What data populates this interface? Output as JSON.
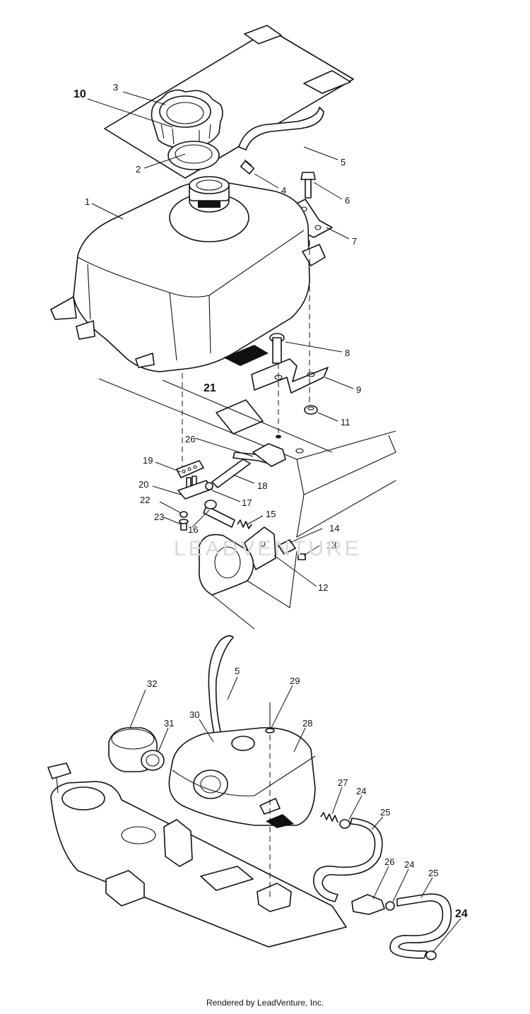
{
  "footer": "Rendered by LeadVenture, Inc.",
  "watermark": "LEADVENTURE",
  "callouts": {
    "c10": "10",
    "c3": "3",
    "c2": "2",
    "c1": "1",
    "c5a": "5",
    "c4": "4",
    "c6": "6",
    "c7": "7",
    "c8": "8",
    "c9": "9",
    "c21": "21",
    "c11": "11",
    "c26a": "26",
    "c19": "19",
    "c18": "18",
    "c20": "20",
    "c17": "17",
    "c22": "22",
    "c15": "15",
    "c23": "23",
    "c16": "16",
    "c14": "14",
    "c13": "13",
    "c12": "12",
    "c32": "32",
    "c5b": "5",
    "c29": "29",
    "c30": "30",
    "c31": "31",
    "c28": "28",
    "c27": "27",
    "c24a": "24",
    "c25a": "25",
    "c26b": "26",
    "c24b": "24",
    "c25b": "25",
    "c24c": "24"
  }
}
